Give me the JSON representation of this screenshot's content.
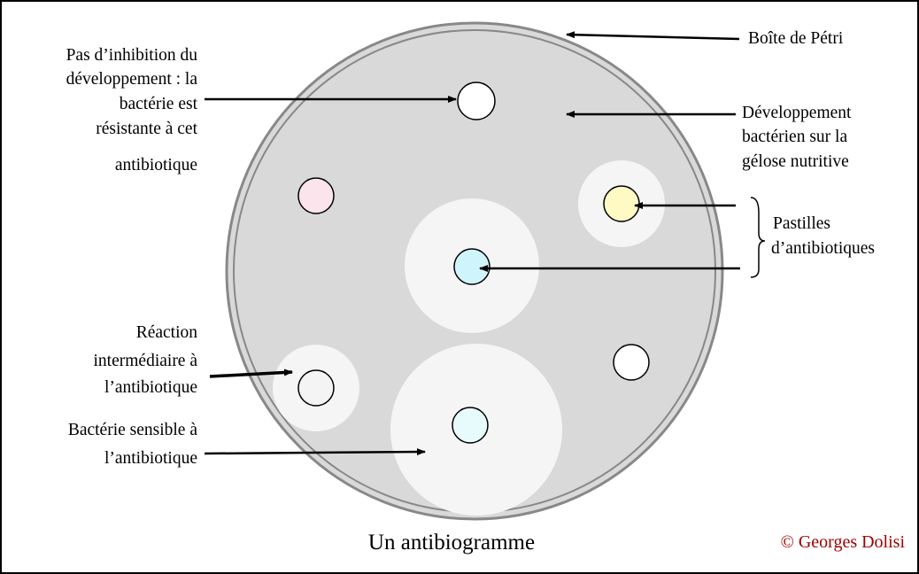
{
  "labels": {
    "petri": "Boîte de Pétri",
    "growth": [
      "Développement",
      "bactérien sur la",
      "gélose nutritive"
    ],
    "pastilles": [
      "Pastilles",
      "d’antibiotiques"
    ],
    "no_inhibition": [
      "Pas d’inhibition du",
      "développement : la",
      "bactérie est",
      "résistante à cet",
      "antibiotique"
    ],
    "intermediate": [
      "Réaction",
      "intermédiaire à",
      "l’antibiotique"
    ],
    "sensitive": [
      "Bactérie sensible à",
      "l’antibiotique"
    ]
  },
  "caption": "Un antibiogramme",
  "credit": "© Georges Dolisi",
  "colors": {
    "dish_fill": "#d9d9d9",
    "dish_rim": "#888888",
    "zone": "#f5f5f5",
    "pellet_pink": "#fce4ec",
    "pellet_yellow": "#fff9c4",
    "pellet_cyan": "#d0f4fc",
    "pellet_light_cyan": "#e8fbfc",
    "pellet_grey": "#f4f4f4",
    "pellet_white": "#ffffff",
    "credit": "#a00000"
  }
}
